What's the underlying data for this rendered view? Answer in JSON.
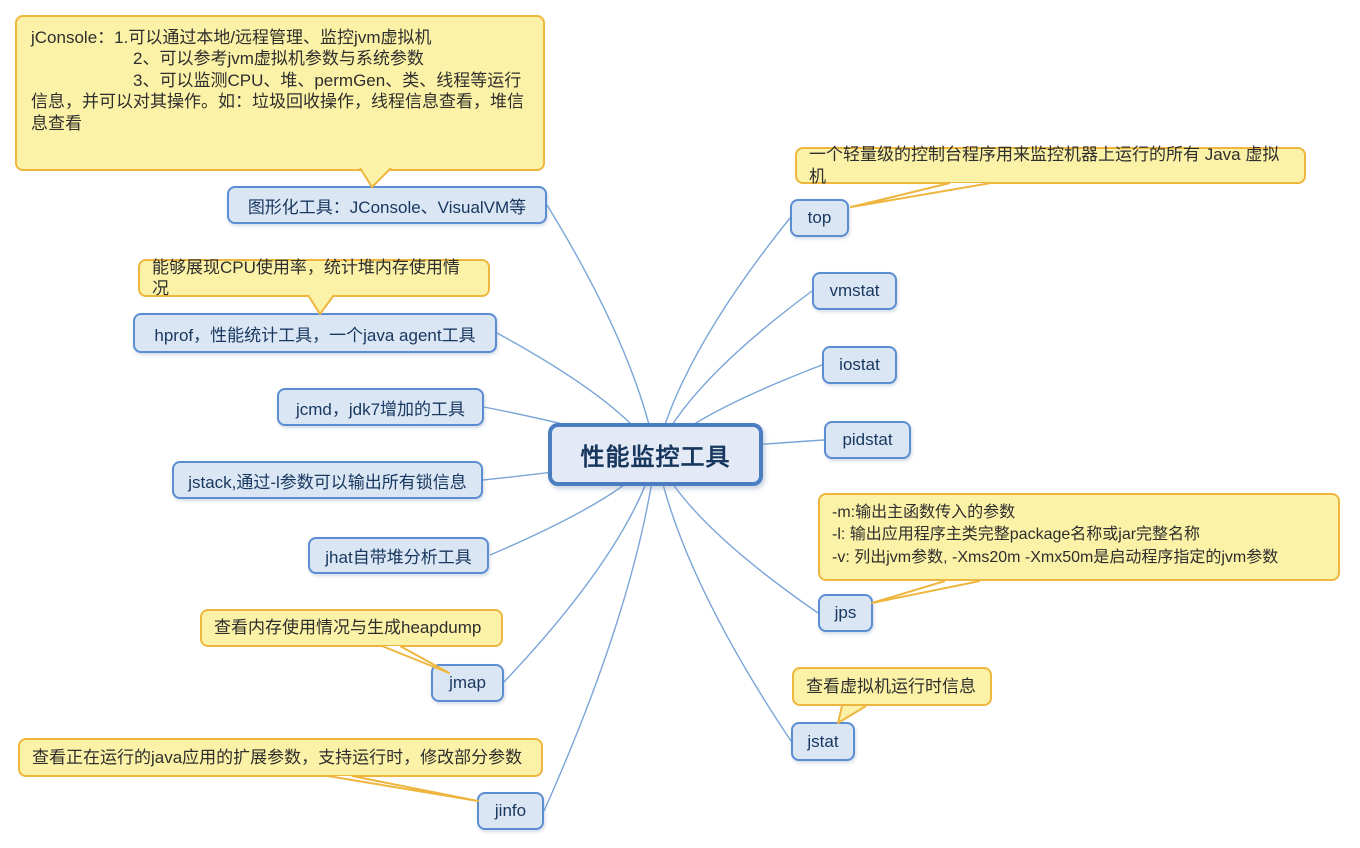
{
  "central": {
    "label": "性能监控工具"
  },
  "left_branches": [
    {
      "id": "graphical",
      "label": "图形化工具：JConsole、VisualVM等",
      "note": "jConsole：1.可以通过本地/远程管理、监控jvm虚拟机\n　　　　　　2、可以参考jvm虚拟机参数与系统参数\n　　　　　　3、可以监测CPU、堆、permGen、类、线程等运行信息，并可以对其操作。如：垃圾回收操作，线程信息查看，堆信息查看"
    },
    {
      "id": "hprof",
      "label": "hprof，性能统计工具，一个java agent工具",
      "note": "能够展现CPU使用率，统计堆内存使用情况"
    },
    {
      "id": "jcmd",
      "label": "jcmd，jdk7增加的工具"
    },
    {
      "id": "jstack",
      "label": "jstack,通过-l参数可以输出所有锁信息"
    },
    {
      "id": "jhat",
      "label": "jhat自带堆分析工具"
    },
    {
      "id": "jmap",
      "label": "jmap",
      "note": "查看内存使用情况与生成heapdump"
    },
    {
      "id": "jinfo",
      "label": "jinfo",
      "note": "查看正在运行的java应用的扩展参数，支持运行时，修改部分参数"
    }
  ],
  "right_branches": [
    {
      "id": "top",
      "label": "top",
      "note": "一个轻量级的控制台程序用来监控机器上运行的所有 Java 虚拟机"
    },
    {
      "id": "vmstat",
      "label": "vmstat"
    },
    {
      "id": "iostat",
      "label": "iostat"
    },
    {
      "id": "pidstat",
      "label": "pidstat"
    },
    {
      "id": "jps",
      "label": "jps",
      "note": "-m:输出主函数传入的参数\n-l: 输出应用程序主类完整package名称或jar完整名称\n-v: 列出jvm参数, -Xms20m -Xmx50m是启动程序指定的jvm参数"
    },
    {
      "id": "jstat",
      "label": "jstat",
      "note": "查看虚拟机运行时信息"
    }
  ],
  "colors": {
    "topic_fill": "#dbe6f5",
    "topic_border": "#5b8dd2",
    "topic_text": "#17375e",
    "central_border": "#4a7ec0",
    "note_fill": "#fbf2a7",
    "note_border": "#eeb63e",
    "curve": "#7aa5d8"
  }
}
